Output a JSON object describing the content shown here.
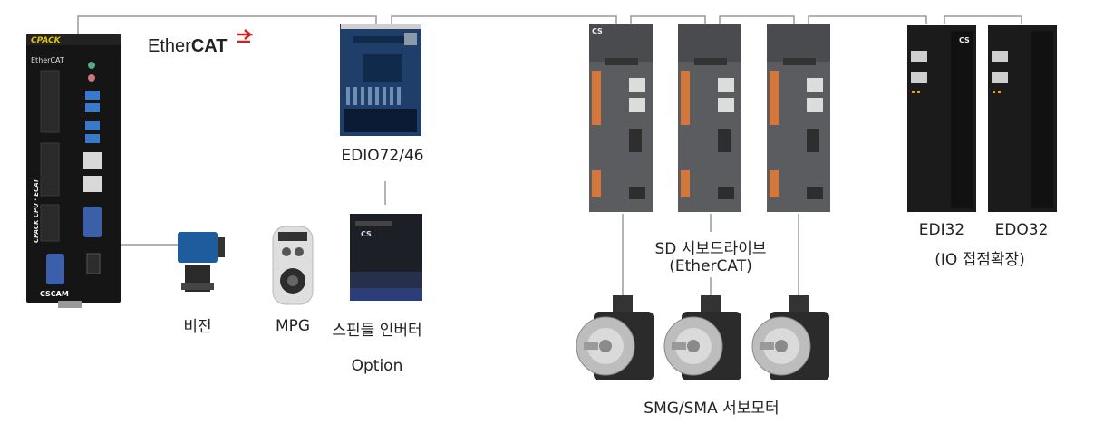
{
  "controller": {
    "brand": "CPACK",
    "ethercat_small": "EtherCAT",
    "model": "CPACK CPU · ECAT",
    "vendor": "CSCAM"
  },
  "ethercat_logo": {
    "ether": "Ether",
    "cat": "CAT"
  },
  "edio": {
    "label": "EDIO72/46"
  },
  "vision": {
    "label": "비전"
  },
  "mpg": {
    "label": "MPG"
  },
  "spindle": {
    "label": "스핀들 인버터",
    "option": "Option",
    "unit_brand": "CS"
  },
  "servo_drive": {
    "label_line1": "SD 서보드라이브",
    "label_line2": "(EtherCAT)",
    "brand": "CS"
  },
  "io_modules": {
    "edi_label": "EDI32",
    "edo_label": "EDO32",
    "group_label": "(IO 접점확장)",
    "brand": "CS"
  },
  "motors": {
    "label": "SMG/SMA 서보모터"
  }
}
